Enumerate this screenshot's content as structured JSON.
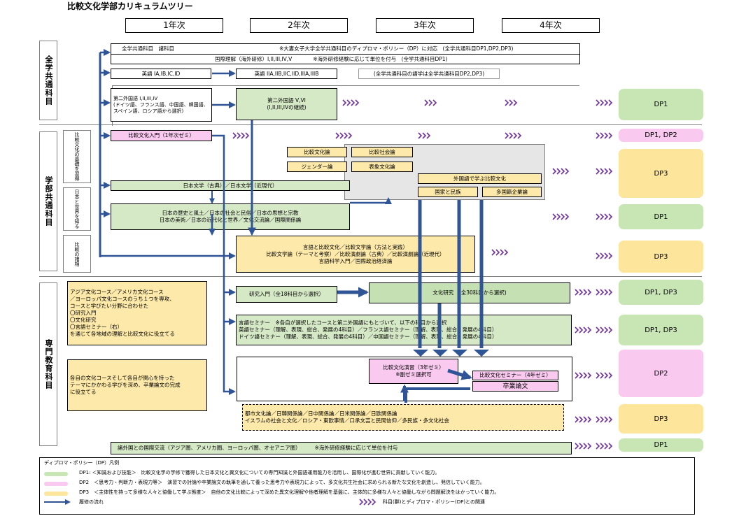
{
  "title": "比較文化学部カリキュラムツリー",
  "years": [
    "1年次",
    "2年次",
    "3年次",
    "4年次"
  ],
  "categories": {
    "common": "全学共通科目",
    "faculty": "学部共通科目",
    "major": "専門教育科目"
  },
  "subcategories": {
    "basics": "比較文化の基礎を習得",
    "japan_world": "日本と世界を知る",
    "method": "比較の諸相"
  },
  "common_block": {
    "general_line1": "全学共通科目　諸科目",
    "general_note1": "※大妻女子大学全学共通科目のディプロマ・ポリシー（DP）に対応　(全学共通科目DP1,DP2,DP3)",
    "general_line2": "国際理解（海外研修）I,II,III,IV,V",
    "general_note2": "※海外研修経験に応じて単位を付与　(全学共通科目DP1)",
    "english1": "英語 IA,IB,IC,ID",
    "english2": "英語 IIA,IIB,IIC,IID,IIIA,IIIB",
    "english_note": "(全学共通科目の語学は全学共通科目DP2,DP3)",
    "second_lang1": "第二外国語 I,II,III,IV\n(ドイツ語、フランス語、中国語、韓国語、\nスペイン語、ロシア語から選択)",
    "second_lang2": "第二外国語 V,VI\n(I,II,III,IVの継続)"
  },
  "faculty_block": {
    "intro": "比較文化入門（1年次ゼミ）",
    "c1": "比較文化論",
    "c2": "比較社会論",
    "c3": "ジェンダー論",
    "c4": "表象文化論",
    "foreign": "外国語で学ぶ比較文化",
    "nation": "国家と民族",
    "multinational": "多国籍企業論",
    "jlit": "日本文学（古典）／日本文学（近現代）",
    "history": "日本の歴史と風土／日本の社会と民俗／日本の思想と宗教\n日本の美術／日本の近代化と世界／文化交流論／国際関係論",
    "lang_compare": "言語と比較文化／比較文学論（方法と実践）\n比較文学論（テーマと考察）／比較演劇論（古典）／比較演劇論（近現代）\n言語科学入門／国際政治経済論"
  },
  "major_block": {
    "course_desc": "アジア文化コース／アメリカ文化コース\n／ヨーロッパ文化コースのうち１つを専攻、\nコースと学びたい分野に合わせた\n〇研究入門\n〇文化研究\n〇言語セミナー（右）\nを通じて各地域の理解と比較文化に役立てる",
    "research_intro": "研究入門（全18科目から選択）",
    "culture_research": "文化研究　(全30科目から選択)",
    "seminar": "言語セミナー　※各自が選択したコースと第二外国語にもとづいて、以下の科目から選択\n英語セミナー（理解、表現、総合、発展の4科目）／フランス語セミナー（理解、表現、総合、発展の4科目）\nドイツ語セミナー（理解、表現、総合、発展の4科目）／中国語セミナー（理解、表現、総合、発展の4科目）",
    "thesis_desc": "各自の文化コースそして各自が関心を持った\nテーマにかかわる学びを深め、卒業論文の完成\nに役立てる",
    "seminar3": "比較文化演習（3年ゼミ）\n※副ゼミ選択可",
    "seminar4": "比較文化セミナー（4年ゼミ）",
    "thesis": "卒業論文",
    "area": "都市文化論／日韓関係論／日中関係論／日米関係論／日欧関係論\nイスラムの社会と文化／ロシア・東欧事情／口承文芸と民間信仰／多民族・多文化社会",
    "exchange": "諸外国との国際交流（アジア圏、アメリカ圏、ヨーロッパ圏、オセアニア圏）",
    "exchange_note": "※海外研修経験に応じて単位を付与"
  },
  "dp_labels": [
    "DP1",
    "DP1, DP2",
    "DP3",
    "DP1",
    "DP3",
    "DP1, DP3",
    "DP1, DP3",
    "DP2",
    "DP3",
    "DP1"
  ],
  "legend": {
    "title": "ディプロマ・ポリシー（DP）凡例",
    "dp1": "DP1: ＜知識および技能＞　比較文化学の学修で獲得した日本文化と異文化についての専門知識と外国語運用能力を活用し、国際化が進む世界に貢献していく能力。",
    "dp2": "DP2　＜思考力・判断力・表現力等＞　演習での討論や卒業論文の執筆を通して養った思考力や表現力によって、多文化共生社会に求められる新たな文化を創造し、発信していく能力。",
    "dp3": "DP3　＜主体性を持って多様な人々と協働して学ぶ態度＞　自他の文化比較によって深めた異文化理解や他者理解を基盤に、主体的に多様な人々と協働しながら問題解決をはかっていく能力。",
    "flow": "履修の流れ",
    "relation": "科目(群)とディプロマ・ポリシー(DP)との関連"
  },
  "colors": {
    "green": "#d6e9c6",
    "yellow": "#fde9a9",
    "pink": "#f9c9ef",
    "arrow_blue": "#2f5597",
    "chevron_purple": "#7030a0"
  }
}
